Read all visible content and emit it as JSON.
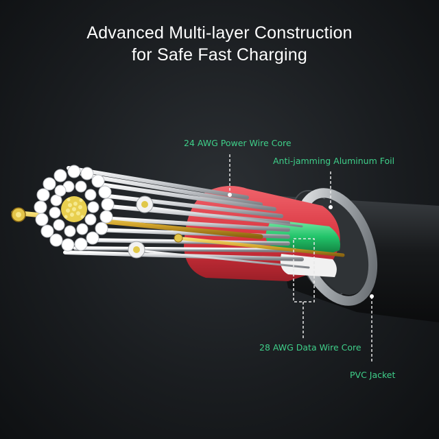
{
  "title": {
    "line1": "Advanced Multi-layer Construction",
    "line2": "for Safe Fast Charging"
  },
  "labels": {
    "power_core": "24 AWG Power Wire Core",
    "foil": "Anti-jamming Aluminum Foil",
    "data_core": "28 AWG Data Wire Core",
    "jacket": "PVC Jacket"
  },
  "colors": {
    "label": "#3fd08a",
    "title": "#ffffff",
    "jacket": "#1c1f22",
    "red_insulation": "#e2404a",
    "green_insulation": "#23c46a",
    "copper": "#d9b23a",
    "silver_strand": "#e6e8ea"
  },
  "icons": [
    "cable-cross-section-illustration"
  ]
}
